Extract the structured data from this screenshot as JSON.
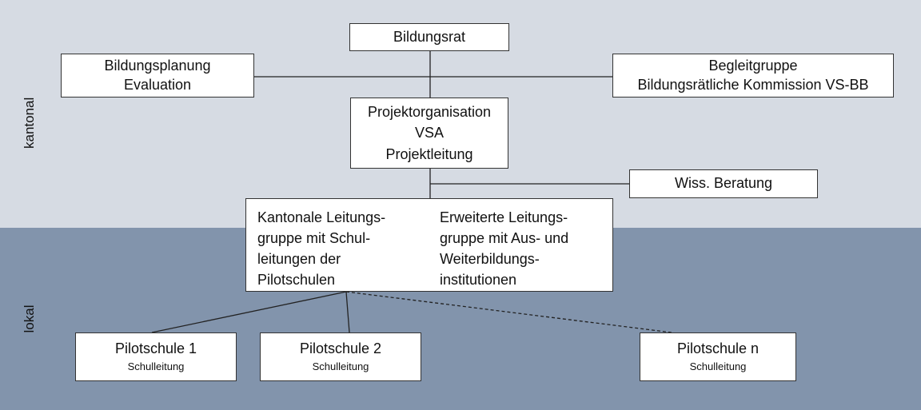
{
  "zones": {
    "top": "kantonal",
    "bottom": "lokal"
  },
  "boxes": {
    "bildungsrat": "Bildungsrat",
    "bildungsplanung": {
      "line1": "Bildungsplanung",
      "line2": "Evaluation"
    },
    "begleitgruppe": {
      "line1": "Begleitgruppe",
      "line2": "Bildungsrätliche Kommission VS-BB"
    },
    "projektorganisation": {
      "line1": "Projektorganisation",
      "line2": "VSA",
      "line3": "Projektleitung"
    },
    "wiss_beratung": "Wiss. Beratung",
    "leitungsgruppe": {
      "left": "Kantonale Leitungs-\ngruppe mit Schul-\nleitungen der\nPilotschulen",
      "right": "Erweiterte Leitungs-\ngruppe mit Aus- und\nWeiterbildungs-\ninstitutionen"
    },
    "pilotschulen": [
      {
        "name": "Pilotschule 1",
        "sub": "Schulleitung"
      },
      {
        "name": "Pilotschule 2",
        "sub": "Schulleitung"
      },
      {
        "name": "Pilotschule n",
        "sub": "Schulleitung"
      }
    ]
  }
}
